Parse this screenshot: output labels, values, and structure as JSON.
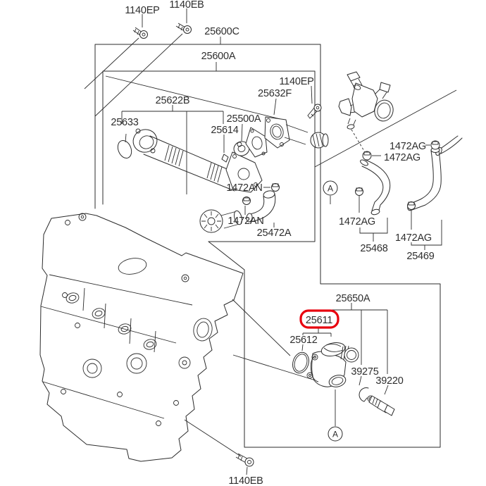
{
  "diagram_type": "exploded-parts-diagram",
  "background_color": "#ffffff",
  "line_color": "#2b2b2b",
  "text_color": "#2e2e2e",
  "highlight": {
    "part_number": "25611",
    "box_color": "#e8000e"
  },
  "labels": [
    {
      "text": "1140EP"
    },
    {
      "text": "1140EB"
    },
    {
      "text": "25600C"
    },
    {
      "text": "25600A"
    },
    {
      "text": "25622B"
    },
    {
      "text": "25632F"
    },
    {
      "text": "1140EP"
    },
    {
      "text": "25633"
    },
    {
      "text": "25500A"
    },
    {
      "text": "25614"
    },
    {
      "text": "1472AG"
    },
    {
      "text": "1472AG"
    },
    {
      "text": "1472AN"
    },
    {
      "text": "1472AN"
    },
    {
      "text": "25472A"
    },
    {
      "text": "1472AG"
    },
    {
      "text": "25468"
    },
    {
      "text": "1472AG"
    },
    {
      "text": "25469"
    },
    {
      "text": "25650A"
    },
    {
      "text": "25611"
    },
    {
      "text": "25612"
    },
    {
      "text": "39275"
    },
    {
      "text": "39220"
    },
    {
      "text": "1140EB"
    }
  ],
  "markers": [
    {
      "text": "A"
    },
    {
      "text": "A"
    }
  ]
}
